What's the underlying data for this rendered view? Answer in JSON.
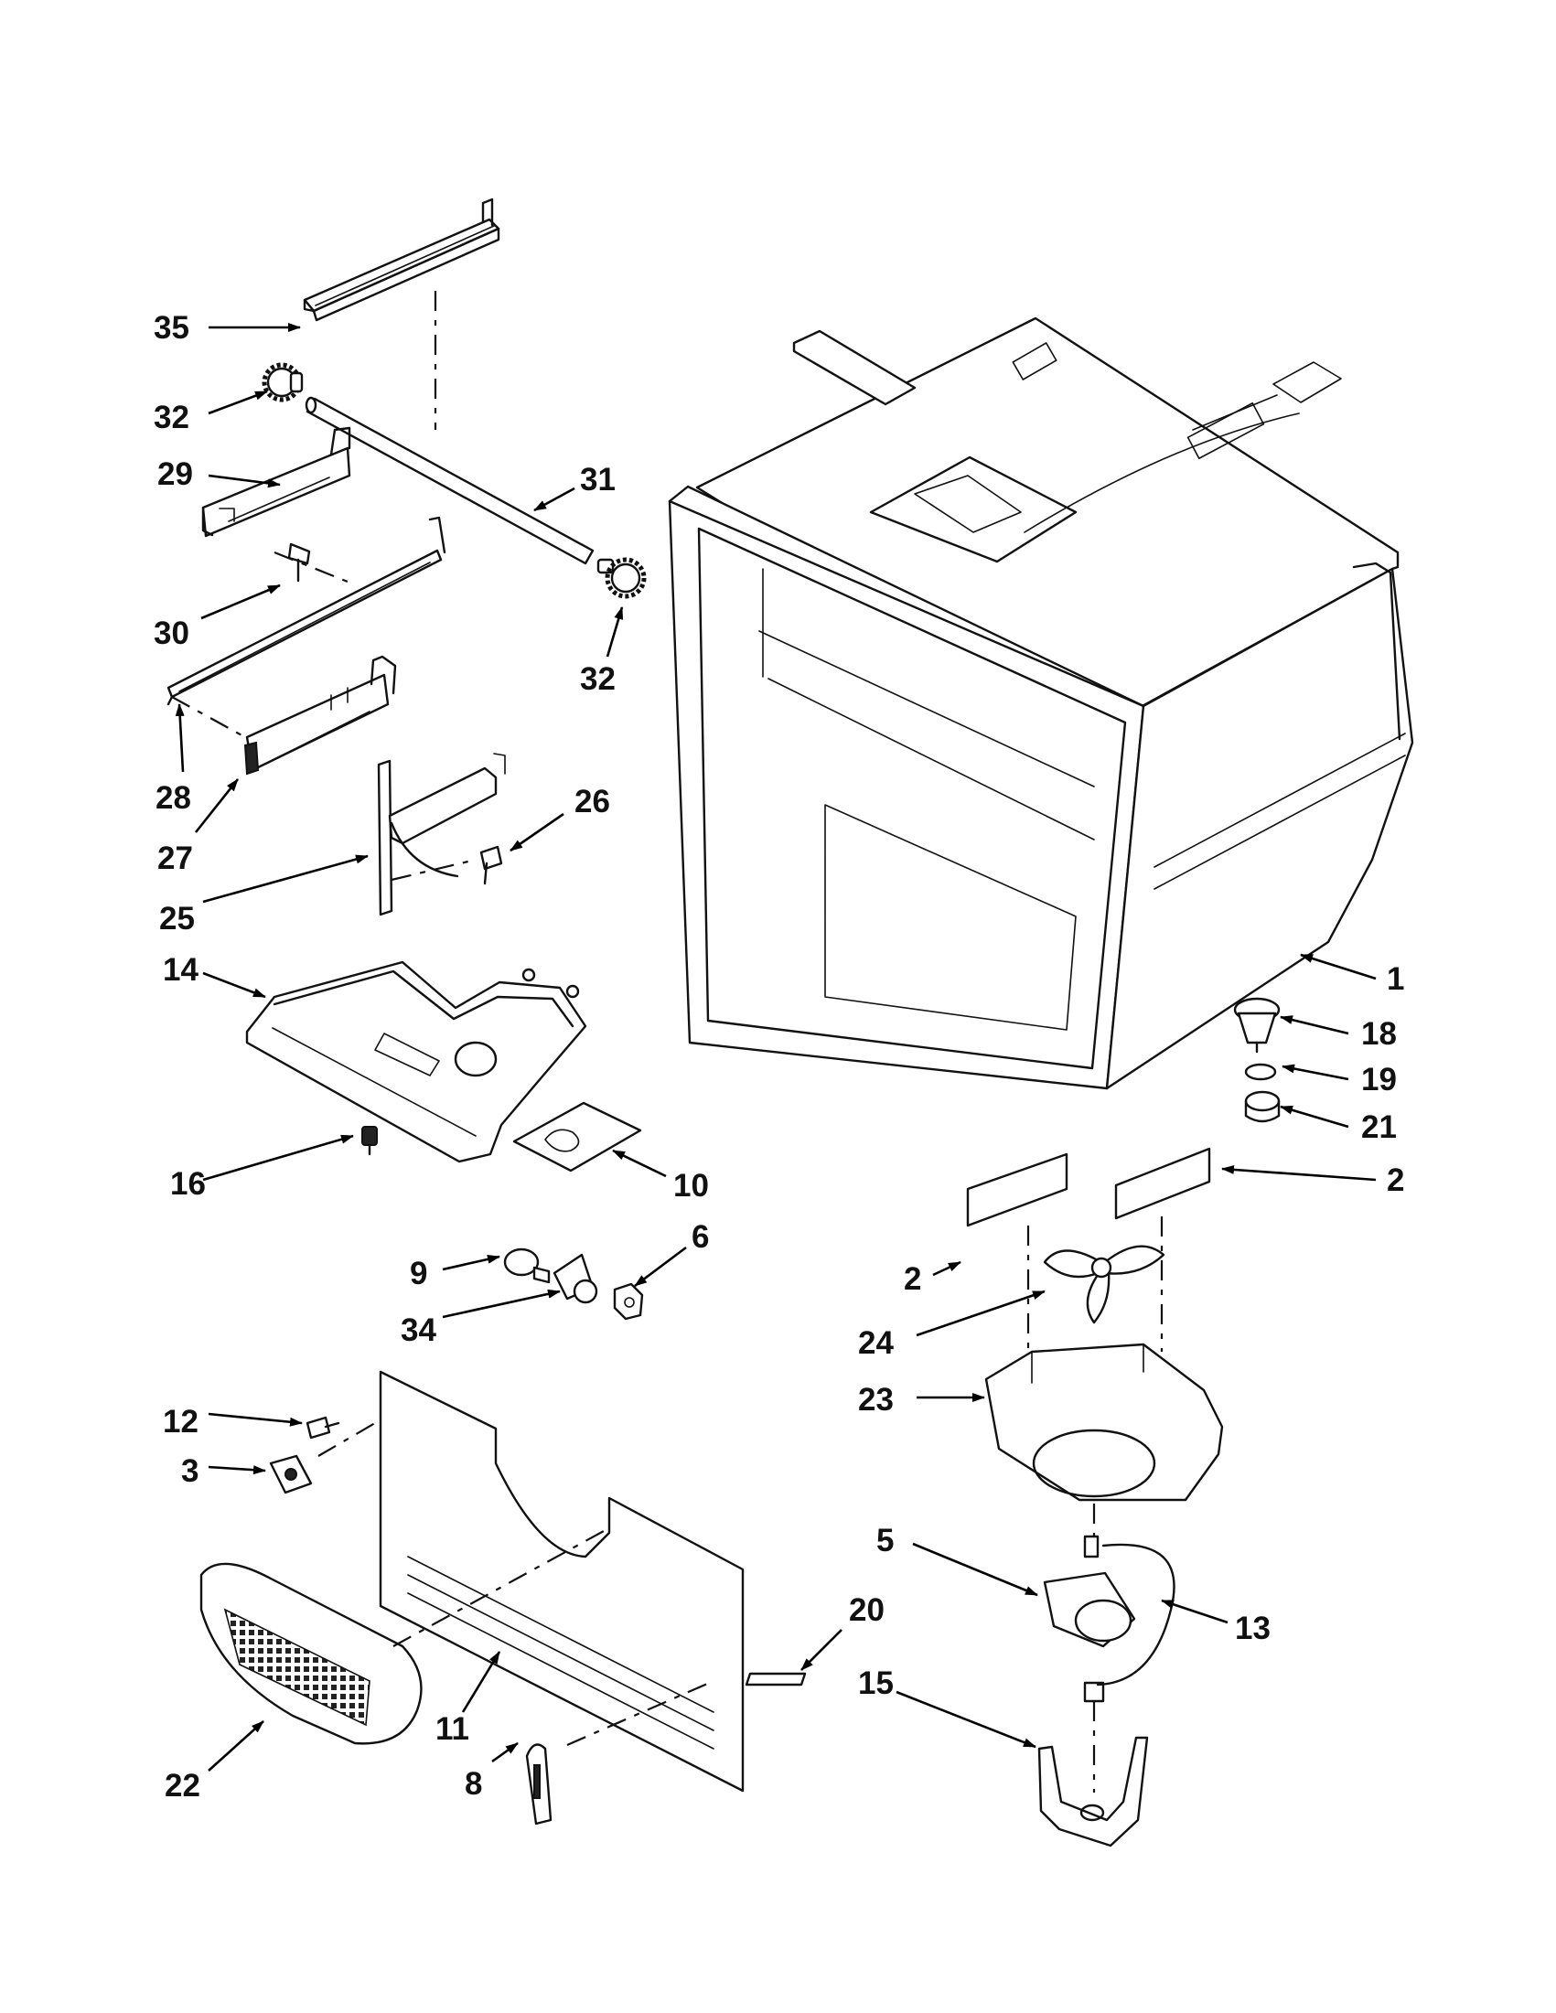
{
  "callouts": [
    {
      "id": "c35a",
      "label": "35"
    },
    {
      "id": "c32a",
      "label": "32"
    },
    {
      "id": "c29",
      "label": "29"
    },
    {
      "id": "c31",
      "label": "31"
    },
    {
      "id": "c30",
      "label": "30"
    },
    {
      "id": "c32b",
      "label": "32"
    },
    {
      "id": "c28",
      "label": "28"
    },
    {
      "id": "c27",
      "label": "27"
    },
    {
      "id": "c26",
      "label": "26"
    },
    {
      "id": "c25",
      "label": "25"
    },
    {
      "id": "c14",
      "label": "14"
    },
    {
      "id": "c1",
      "label": "1"
    },
    {
      "id": "c18",
      "label": "18"
    },
    {
      "id": "c19",
      "label": "19"
    },
    {
      "id": "c21",
      "label": "21"
    },
    {
      "id": "c16",
      "label": "16"
    },
    {
      "id": "c10",
      "label": "10"
    },
    {
      "id": "c2a",
      "label": "2"
    },
    {
      "id": "c6",
      "label": "6"
    },
    {
      "id": "c9",
      "label": "9"
    },
    {
      "id": "c2b",
      "label": "2"
    },
    {
      "id": "c34",
      "label": "34"
    },
    {
      "id": "c24",
      "label": "24"
    },
    {
      "id": "c12",
      "label": "12"
    },
    {
      "id": "c23",
      "label": "23"
    },
    {
      "id": "c3",
      "label": "3"
    },
    {
      "id": "c5",
      "label": "5"
    },
    {
      "id": "c20",
      "label": "20"
    },
    {
      "id": "c13",
      "label": "13"
    },
    {
      "id": "c15",
      "label": "15"
    },
    {
      "id": "c11",
      "label": "11"
    },
    {
      "id": "c8",
      "label": "8"
    },
    {
      "id": "c22",
      "label": "22"
    }
  ]
}
